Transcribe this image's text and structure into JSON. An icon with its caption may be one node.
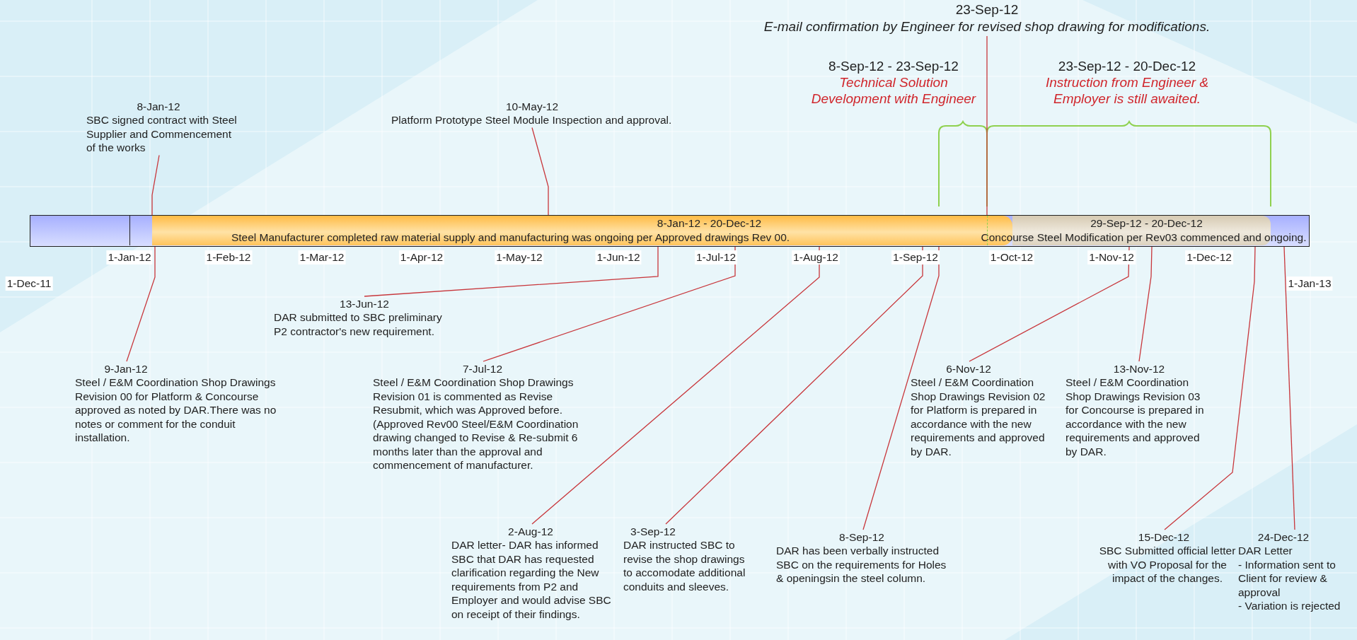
{
  "diagram": {
    "nodes": [
      {
        "text": [],
        "shape": "bar"
      },
      {
        "text": [
          "8-Jan-12 - 20-Dec-12",
          "Steel Manufacturer completed raw material supply and manufacturing was ongoing per Approved drawings Rev 00."
        ],
        "in": 0
      },
      {
        "text": [
          "29-Sep-12 - 20-Dec-12",
          "Concourse Steel Modification per Rev03 commenced and ongoing."
        ],
        "in": 0
      },
      {
        "text": [
          "23-Sep-12",
          "E-mail confirmation by Engineer for revised shop drawing for modifications."
        ]
      },
      {
        "text": [
          "8-Sep-12 - 23-Sep-12",
          "Technical Solution Development with Engineer"
        ]
      },
      {
        "text": [
          "23-Sep-12 - 20-Dec-12",
          "Instruction from Engineer & Employer is still awaited."
        ]
      },
      {
        "text": [
          "8-Jan-12",
          "SBC signed contract with Steel Supplier and Commencement of the works"
        ]
      },
      {
        "text": [
          "10-May-12",
          "Platform Prototype Steel Module Inspection and approval."
        ]
      },
      {
        "text": [
          "13-Jun-12",
          "DAR submitted to SBC preliminary P2 contractor's new requirement."
        ]
      },
      {
        "text": [
          "9-Jan-12",
          "Steel / E&M Coordination Shop Drawings Revision 00 for Platform & Concourse approved as noted by DAR.There was no notes or comment for the conduit installation."
        ]
      },
      {
        "text": [
          "7-Jul-12",
          "Steel / E&M Coordination Shop Drawings Revision 01 is commented as Revise Resubmit, which was Approved before. (Approved Rev00 Steel/E&M Coordination drawing changed to Revise & Re-submit 6 months later than the approval and commencement of manufacturer."
        ]
      },
      {
        "text": [
          "2-Aug-12",
          "DAR letter- DAR has informed SBC that DAR has requested clarification regarding the New requirements from P2 and Employer and would advise SBC on receipt of their findings."
        ]
      },
      {
        "text": [
          "3-Sep-12",
          "DAR instructed SBC to revise the shop drawings to accomodate additional conduits and sleeves."
        ]
      },
      {
        "text": [
          "8-Sep-12",
          "DAR has been verbally instructed SBC on the requirements for Holes & openingsin the steel column."
        ]
      },
      {
        "text": [
          "6-Nov-12",
          "Steel / E&M Coordination Shop Drawings Revision 02 for Platform is prepared in accordance with the new requirements and approved by DAR."
        ]
      },
      {
        "text": [
          "13-Nov-12",
          "Steel / E&M Coordination Shop Drawings Revision 03 for Concourse is prepared in accordance with the new requirements and approved by DAR."
        ]
      },
      {
        "text": [
          "15-Dec-12",
          "SBC Submitted official letter with VO Proposal for the impact of the changes."
        ]
      },
      {
        "text": [
          "24-Dec-12",
          "DAR Letter",
          "- Information sent to Client for review & approval",
          "- Variation is rejected"
        ]
      }
    ],
    "edges": [
      {
        "from": 3,
        "to": 0,
        "arrow": "none"
      },
      {
        "from": 6,
        "to": 0,
        "arrow": "none"
      },
      {
        "from": 7,
        "to": 0,
        "arrow": "none"
      },
      {
        "from": 8,
        "to": 0,
        "arrow": "none"
      },
      {
        "from": 9,
        "to": 0,
        "arrow": "none"
      },
      {
        "from": 10,
        "to": 0,
        "arrow": "none"
      },
      {
        "from": 11,
        "to": 0,
        "arrow": "none"
      },
      {
        "from": 12,
        "to": 0,
        "arrow": "none"
      },
      {
        "from": 13,
        "to": 0,
        "arrow": "none"
      },
      {
        "from": 14,
        "to": 0,
        "arrow": "none"
      },
      {
        "from": 15,
        "to": 0,
        "arrow": "none"
      },
      {
        "from": 16,
        "to": 0,
        "arrow": "none"
      },
      {
        "from": 17,
        "to": 0,
        "arrow": "none"
      }
    ],
    "labels": [
      "1-Dec-11",
      "1-Jan-12",
      "1-Feb-12",
      "1-Mar-12",
      "1-Apr-12",
      "1-May-12",
      "1-Jun-12",
      "1-Jul-12",
      "1-Aug-12",
      "1-Sep-12",
      "1-Oct-12",
      "1-Nov-12",
      "1-Dec-12",
      "1-Jan-13"
    ]
  }
}
